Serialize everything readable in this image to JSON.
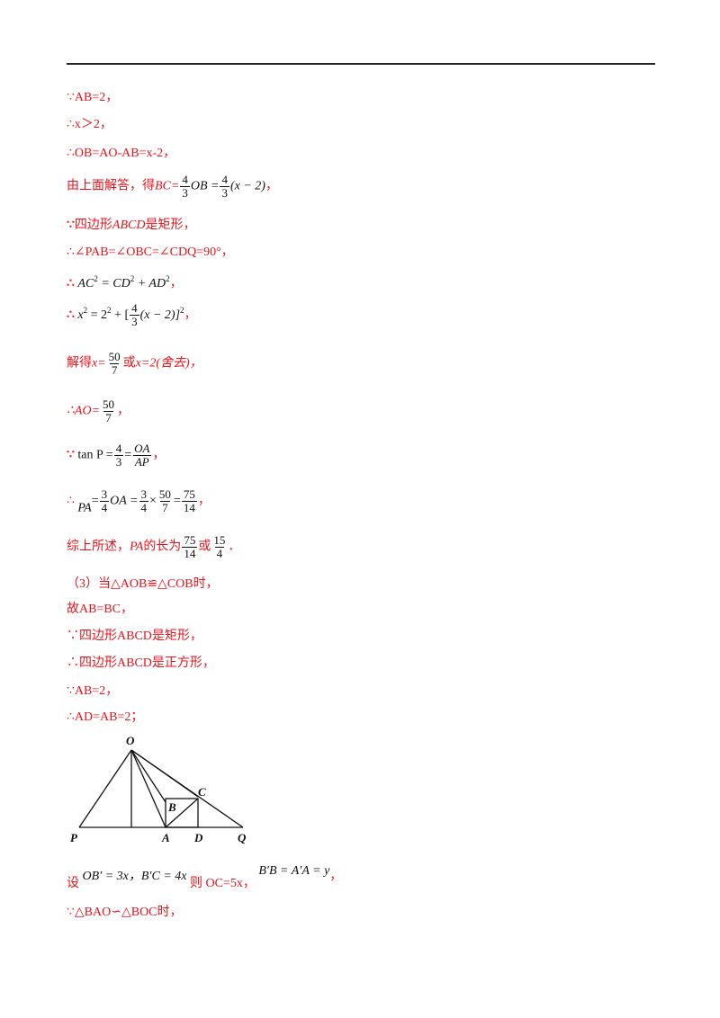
{
  "lines": {
    "l1": "∵AB=2，",
    "l2": "∴x＞2，",
    "l3": "∴OB=AO-AB=x-2，",
    "l4_pre": "由上面解答，得",
    "l4_bc": "BC=",
    "l4_num1": "4",
    "l4_den1": "3",
    "l4_mid": "OB =",
    "l4_num2": "4",
    "l4_den2": "3",
    "l4_end": "(x − 2)",
    "l4_tail": "，",
    "l5_sym": "∵",
    "l5_text": "四边形",
    "l5_name": "ABCD",
    "l5_text2": "是矩形，",
    "l6": "∴∠PAB=∠OBC=∠CDQ=90°，",
    "l7_sym": "∴",
    "l7_math_a": "AC",
    "l7_math_b": "= CD",
    "l7_math_c": "+ AD",
    "l7_exp": "2",
    "l7_tail": "，",
    "l8_sym": "∴",
    "l8_a": "x",
    "l8_b": "= 2",
    "l8_c": "+ [",
    "l8_num": "4",
    "l8_den": "3",
    "l8_d": "(x − 2)]",
    "l8_tail": "，",
    "l9_pre": "解得",
    "l9_x": "x=",
    "l9_num": "50",
    "l9_den": "7",
    "l9_mid": "或",
    "l9_end": "x=2(舍去)，",
    "l10_pre": "∴AO=",
    "l10_num": "50",
    "l10_den": "7",
    "l10_tail": "，",
    "l11_sym": "∵",
    "l11_tan": "tan P =",
    "l11_num1": "4",
    "l11_den1": "3",
    "l11_eq": "=",
    "l11_num2": "OA",
    "l11_den2": "AP",
    "l11_tail": "，",
    "l12_sym": "∴",
    "l12_pa": "PA",
    "l12_eq": "=",
    "l12_n1": "3",
    "l12_d1": "4",
    "l12_oa": "OA =",
    "l12_n2": "3",
    "l12_d2": "4",
    "l12_x": "×",
    "l12_n3": "50",
    "l12_d3": "7",
    "l12_eq2": "=",
    "l12_n4": "75",
    "l12_d4": "14",
    "l12_tail": "，",
    "l13_pre": "综上所述，",
    "l13_pa": "PA",
    "l13_mid": "的长为",
    "l13_n1": "75",
    "l13_d1": "14",
    "l13_or": "或",
    "l13_n2": "15",
    "l13_d2": "4",
    "l13_tail": "．",
    "l14": "（3）当△AOB≌△COB时，",
    "l15": "故AB=BC，",
    "l16": "∵四边形ABCD是矩形，",
    "l17": "∴四边形ABCD是正方形，",
    "l18": "∵AB=2，",
    "l19": "∴AD=AB=2；",
    "l20_pre": "设",
    "l20_m1": "OB′ = 3x，B′C = 4x",
    "l20_mid": "则 OC=5x，",
    "l20_m2": "B′B = A′A = y",
    "l20_tail": "，",
    "l21": "∵△BAO∽△BOC时，"
  },
  "figure": {
    "labels": {
      "O": "O",
      "C": "C",
      "B": "B",
      "P": "P",
      "A": "A",
      "D": "D",
      "Q": "Q"
    }
  }
}
